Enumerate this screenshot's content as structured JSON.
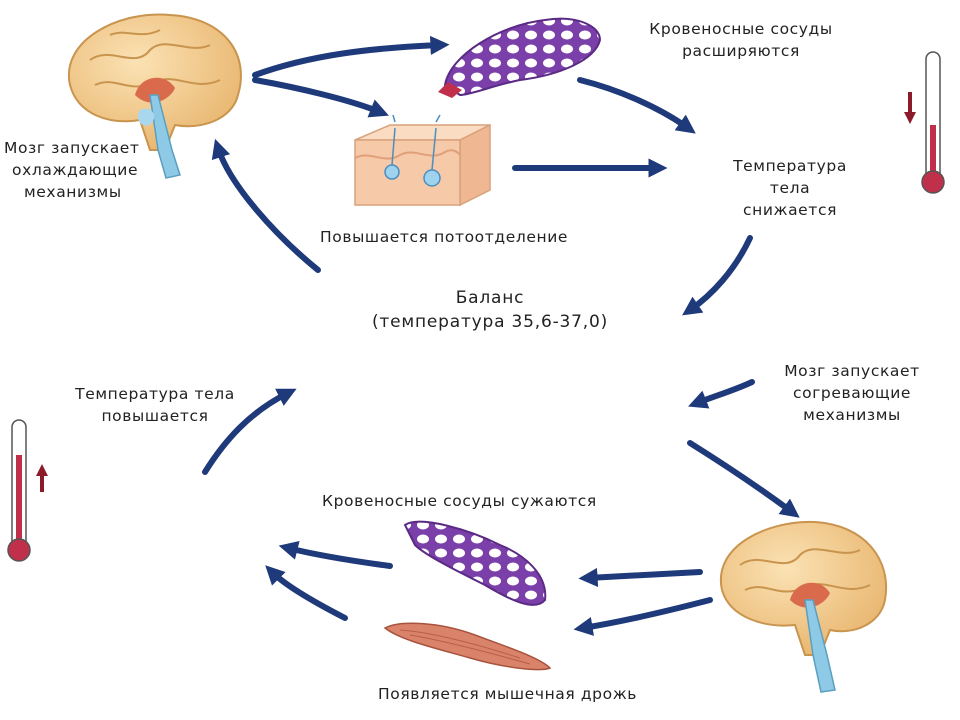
{
  "labels": {
    "brain_cooling": [
      "Мозг запускает",
      "охлаждающие",
      "механизмы"
    ],
    "vessels_dilate": [
      "Кровеносные сосуды",
      "расширяются"
    ],
    "sweating": "Повышается потоотделение",
    "temp_decreases": [
      "Температура",
      "тела",
      "снижается"
    ],
    "balance": [
      "Баланс",
      "(температура 35,6-37,0)"
    ],
    "temp_increases": [
      "Температура тела",
      "повышается"
    ],
    "brain_warming": [
      "Мозг запускает",
      "согревающие",
      "механизмы"
    ],
    "vessels_constrict": "Кровеносные сосуды сужаются",
    "shivering": "Появляется мышечная дрожь"
  },
  "colors": {
    "arrow": "#1f3a7a",
    "thermometer_red": "#c0304a",
    "indicator_arrow": "#8b1a2a",
    "brain": "#f0c98a",
    "brainstem": "#8ec9e6",
    "vessel": "#7a3fa8",
    "muscle": "#d9836a",
    "skin": "#f6c9a8"
  },
  "icons": [
    "brain-illustration",
    "blood-vessel-network",
    "skin-sweat-glands",
    "thermometer-icon",
    "muscle-illustration"
  ]
}
